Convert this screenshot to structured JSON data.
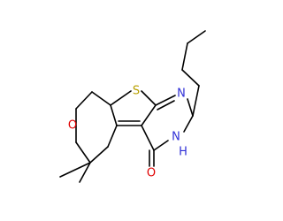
{
  "structure": {
    "atoms": [
      {
        "symbol": "S",
        "color": "#b8a000"
      },
      {
        "symbol": "N",
        "color": "#2f2fd6"
      },
      {
        "symbol": "N",
        "color": "#2f2fd6",
        "suffix": "H"
      },
      {
        "symbol": "O",
        "color": "#e00000"
      },
      {
        "symbol": "O",
        "color": "#e00000"
      }
    ]
  }
}
